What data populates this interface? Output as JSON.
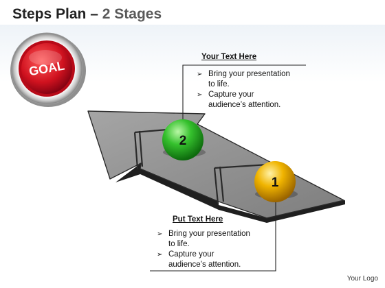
{
  "title": {
    "main": "Steps Plan",
    "dash": "–",
    "sub": "2 Stages"
  },
  "goal_button": {
    "label": "GOAL"
  },
  "stage_top": {
    "number": "2",
    "heading": "Your Text Here",
    "bullets": [
      "Bring your presentation to life.",
      "Capture your audience’s attention."
    ]
  },
  "stage_bottom": {
    "number": "1",
    "heading": "Put Text Here",
    "bullets": [
      "Bring your presentation to life.",
      "Capture your audience’s attention."
    ]
  },
  "logo": "Your Logo",
  "bullet_icon": "arrowhead-bullet",
  "colors": {
    "goal_red": "#c8102e",
    "stage2_green": "#2fb12f",
    "stage1_gold": "#e8a400",
    "arrow_gray": "#8c8c8c"
  }
}
